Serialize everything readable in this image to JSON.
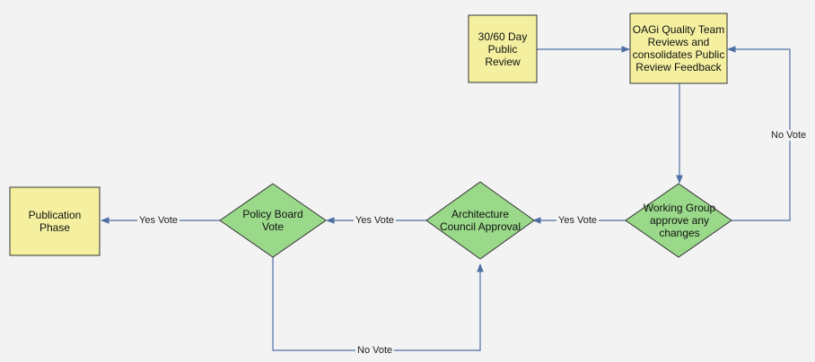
{
  "colors": {
    "box_fill": "#f4f0a0",
    "box_stroke": "#333333",
    "diamond_fill": "#9ad98a",
    "diamond_stroke": "#333333",
    "edge_stroke": "#4e6fa4",
    "background": "#f3f3f3"
  },
  "nodes": {
    "public_review": "30/60 Day Public Review",
    "oagi_quality": "OAGi Quality Team Reviews and consolidates Public Review Feedback",
    "working_group": "Working Group approve any changes",
    "architecture_council": "Architecture Council Approval",
    "policy_board": "Policy Board Vote",
    "publication": "Publication Phase"
  },
  "edges": {
    "wg_to_ac": "Yes Vote",
    "ac_to_pb": "Yes Vote",
    "pb_to_pub": "Yes Vote",
    "wg_to_oagi": "No Vote",
    "pb_to_ac": "No Vote"
  }
}
